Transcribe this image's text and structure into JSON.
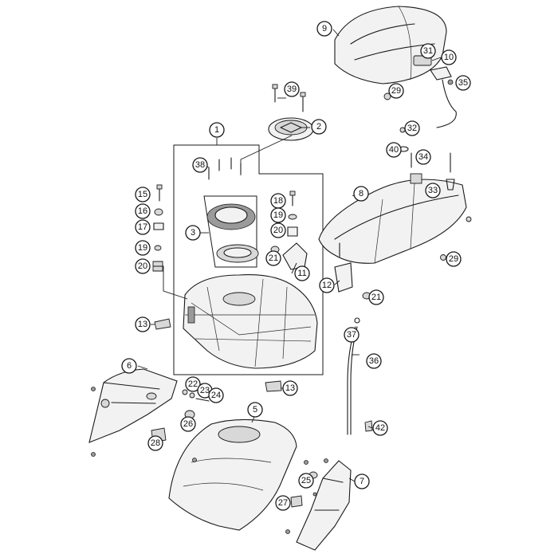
{
  "callouts": {
    "c1": "1",
    "c2": "2",
    "c3": "3",
    "c5": "5",
    "c6": "6",
    "c7": "7",
    "c8": "8",
    "c9": "9",
    "c10": "10",
    "c11": "11",
    "c12": "12",
    "c13a": "13",
    "c13b": "13",
    "c15": "15",
    "c16": "16",
    "c17": "17",
    "c18": "18",
    "c19a": "19",
    "c19b": "19",
    "c20a": "20",
    "c20b": "20",
    "c21a": "21",
    "c21b": "21",
    "c22": "22",
    "c23": "23",
    "c24": "24",
    "c25": "25",
    "c26": "26",
    "c27": "27",
    "c28": "28",
    "c29a": "29",
    "c29b": "29",
    "c31": "31",
    "c32": "32",
    "c33": "33",
    "c34": "34",
    "c35": "35",
    "c36": "36",
    "c37": "37",
    "c38": "38",
    "c39": "39",
    "c40": "40",
    "c42": "42"
  },
  "colors": {
    "line": "#1a1a1a",
    "background": "#ffffff"
  }
}
